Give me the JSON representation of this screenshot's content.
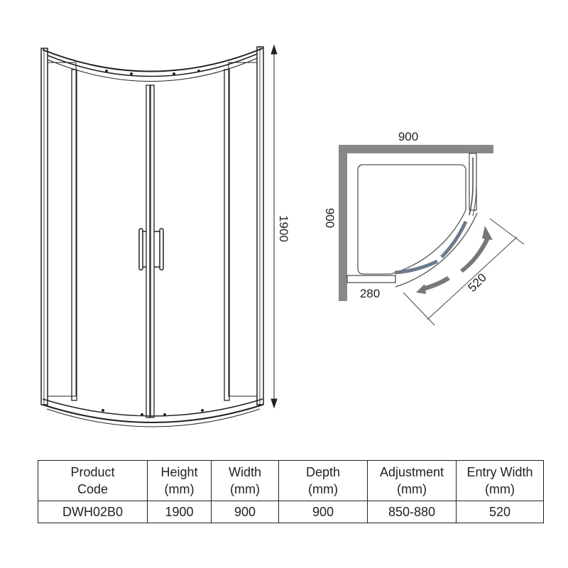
{
  "front_view": {
    "height_label": "1900"
  },
  "plan_view": {
    "width_label": "900",
    "depth_label": "900",
    "return_label": "280",
    "entry_label": "520"
  },
  "spec_table": {
    "headers": [
      {
        "line1": "Product",
        "line2": "Code"
      },
      {
        "line1": "Height",
        "line2": "(mm)"
      },
      {
        "line1": "Width",
        "line2": "(mm)"
      },
      {
        "line1": "Depth",
        "line2": "(mm)"
      },
      {
        "line1": "Adjustment",
        "line2": "(mm)"
      },
      {
        "line1": "Entry Width",
        "line2": "(mm)"
      }
    ],
    "row": [
      "DWH02B0",
      "1900",
      "900",
      "900",
      "850-880",
      "520"
    ]
  }
}
